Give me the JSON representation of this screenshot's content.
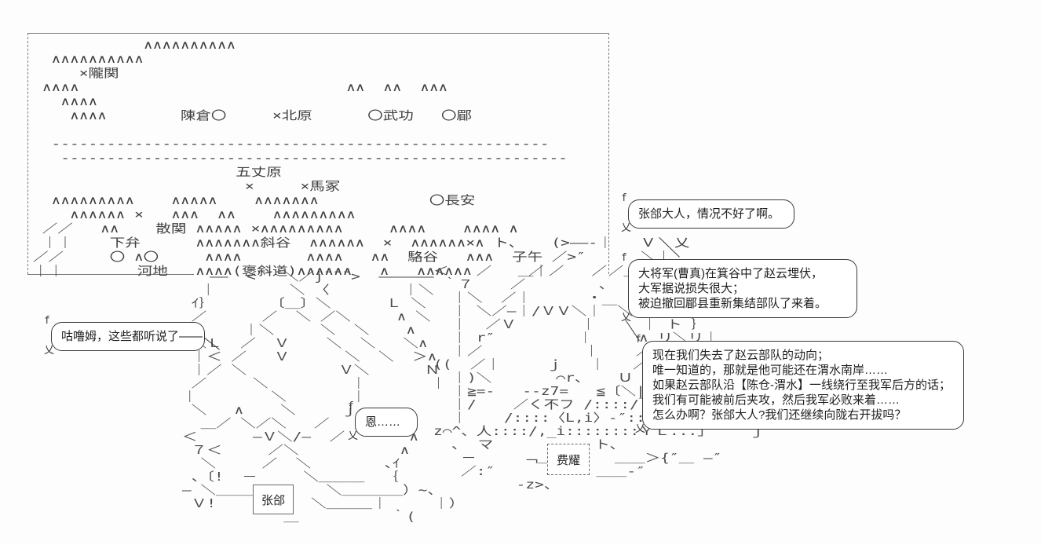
{
  "map": {
    "art": "            ∧∧∧∧∧∧∧∧∧∧\n  ∧∧∧∧∧∧∧∧∧∧\n     ×隴関\n ∧∧∧∧                             ∧∧  ∧∧  ∧∧∧\n   ∧∧∧∧\n    ∧∧∧∧        陳倉〇     ×北原      〇武功   〇郿\n\n  ------------------------------------------------------\n   -------------------------------------------------------\n                      五丈原\n                       ×     ×馬冢\n  ∧∧∧∧∧∧∧∧∧    ∧∧∧∧∧    ∧∧∧∧∧∧∧            〇長安\n    ∧∧∧∧∧∧ ×   ∧∧∧  ∧∧    ∧∧∧∧∧∧∧∧∧\n ／／   ∧∧    散関 ∧∧∧∧∧ ×∧∧∧∧∧∧∧∧∧     ∧∧∧∧    ∧∧∧∧ ∧\n ｜｜    下弁      ∧∧∧∧∧∧∧斜谷  ∧∧∧∧∧∧  ×  ∧∧∧∧∧∧×∧ ト、   (>――-｜   Ｖ  乂\n／／     〇 ∧〇     ∧∧∧∧       ∧∧∧∧   ∧∧  駱谷   ∧∧∧  子午 ／>″      ＼｜\n｜｜        河地   ∧∧∧∧(褒斜道)∧∧∧∧∧∧   ∧   ∧∧∧∧∧∧     ＿｜／   ／     ＼∧",
    "places": [
      "隴関",
      "陳倉",
      "北原",
      "武功",
      "郿",
      "五丈原",
      "馬冢",
      "長安",
      "散関",
      "下弁",
      "河地",
      "斜谷",
      "褒斜道",
      "駱谷",
      "子午"
    ]
  },
  "dialogue": {
    "bubble1": {
      "lines": [
        "张郃大人，情况不好了啊。"
      ]
    },
    "bubble2": {
      "lines": [
        "大将军(曹真)在箕谷中了赵云埋伏，",
        "大军据说损失很大；",
        "被迫撤回郿县重新集结部队了来着。"
      ]
    },
    "bubble3": {
      "lines": [
        "现在我们失去了赵云部队的动向；",
        "唯一知道的，那就是他可能还在渭水南岸……",
        "如果赵云部队沿【陈仓-渭水】一线绕行至我军后方的话；",
        "我们有可能被前后夹攻，然后我军必败来着……",
        "怎么办啊？张郃大人?我们还继续向陇右开拔吗？"
      ]
    },
    "bubble_heard": {
      "lines": [
        "咕噜姆，这些都听说了――"
      ]
    },
    "bubble_reply": {
      "lines": [
        "恩……"
      ]
    }
  },
  "characters": {
    "zhanghe": {
      "name": "张郃",
      "art": "   ――  <¨¨¨＼／j¨¨¨>  ――――――\n  ｜        ＼ 〈        ｜＼\n ｲ｝      〔＿〕＼      Ｌ ＼\n ／      ／  ＼ ／＼     ∧ ＼\n〈     ｜＼     ＼  ＼    ∧\n ＼Ｌ  ／  Ｖ    ＼  ＼   ＼∧\n ｜＜ ／   Ｖ      ＼  ＼  ＞∧\n ｜／ ＼          Ｖ＼      Ｎ\n ／     ＼         ｜       ｜\n｜        ＼       ｜\n ＼   ∧    ＼     ｊ\n  ＿／ ＼／＼   ／\n＜      ―Ｖ＼/―  ／       ∧\n ７＜     ／＼           ∧\n  ＼     ／  ＼        ､ｲ\n 、〔!  －     ＼＿＿＿  ｛\n― ＼＿＿＿       ＼＿＿＿＿）~、\n Ｖ!    ＿＿   ＼＿＿＿｜     ｜）\n           ＿          ｀("
    },
    "feiyao": {
      "name": "费耀",
      "art": "＜   ／    ／       ／＿Ｎ｜\n ｀７    ／        ､   ＼｜\n  ｜＼  ／｜      ・    ＼｜\n  ｜ ＼／―｜/ＶＶ＼｜￣＼Ｖ＼｜＼\n  ｜  ／Ｖ       ｜     ｜ ト ｝\n  ｜ r″         ｜     ∧ リ＼リ｜\n  ｜／           ｜    ／  ｈ－\n((  ／｜     ｊ   ｜   ／   ／ ）\n  ｜)＼       ⌒r、   Ｕ   ∠,ｲＶ,_\n  ｜≧=-   --z7=   ≦〔＼|  ＜ｲ/｜ ｜\n  ｜/    ／く不フ /::::/￣(   ＼｜ ｜\n  ｜    /::::〈L,i〉-″::::〈     ＼∧／\nz⌒^、人::::/,_i::::::::ＹＬ...」    ｊ\n  ､  マ           ト、\n   －     ﹁＿」     ＿＿＞{″＿ ―″\n   ／:″           ＿＿-″\n         -z>、"
    }
  },
  "frame": {
    "top_left_glyph": "f",
    "bottom_left_glyph": "乂"
  }
}
